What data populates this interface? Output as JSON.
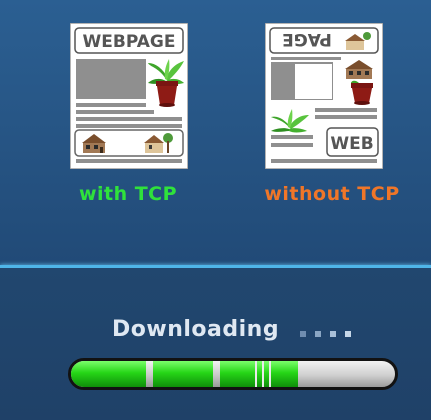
{
  "documents": {
    "with_tcp": {
      "banner": "WEBPAGE",
      "caption": "with TCP",
      "caption_color": "#2fe23b"
    },
    "without_tcp": {
      "banner_top": "PAGE",
      "banner_bottom": "WEB",
      "caption": "without TCP",
      "caption_color": "#f07628"
    }
  },
  "download": {
    "label": "Downloading",
    "progress": 0.7,
    "dots_count": 4
  },
  "colors": {
    "background": "#24507c",
    "divider": "#4fb6e9",
    "progress_fill": "#26d617",
    "progress_track": "#cfcfcf"
  }
}
